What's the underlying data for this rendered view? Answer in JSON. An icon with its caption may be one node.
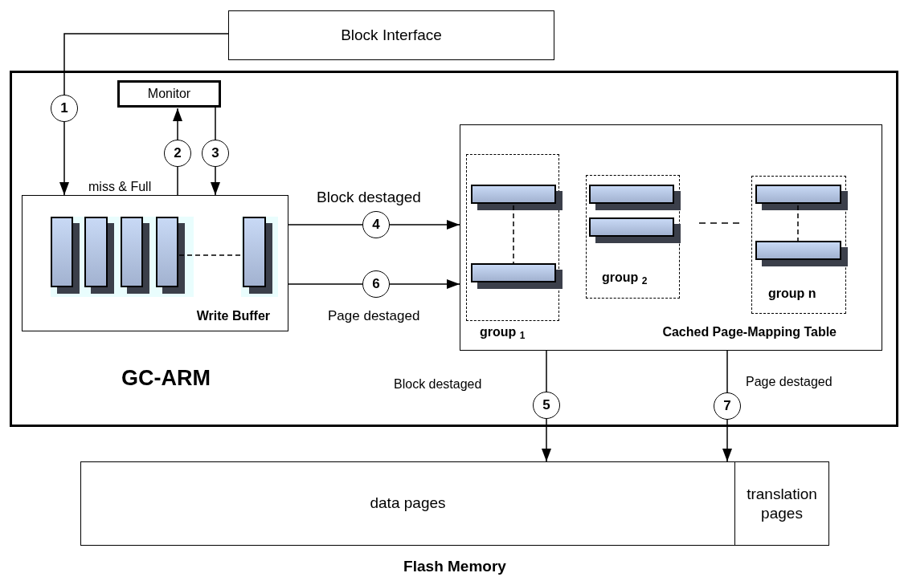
{
  "diagram": {
    "nodes": [
      {
        "text": [
          "Block Interface"
        ]
      },
      {
        "text": [
          "GC-ARM"
        ]
      },
      {
        "text": [
          "Monitor"
        ],
        "in": 1
      },
      {
        "text": [
          "Write Buffer"
        ],
        "in": 1
      },
      {
        "text": [
          "Cached Page-Mapping Table"
        ],
        "in": 1
      },
      {
        "text": [
          "group $_{1}$"
        ],
        "in": 4
      },
      {
        "text": [
          "group $_{2}$"
        ],
        "in": 4
      },
      {
        "text": [
          "group n"
        ],
        "in": 4
      },
      {
        "text": [
          "Flash Memory"
        ]
      },
      {
        "text": [
          "data pages"
        ],
        "in": 8
      },
      {
        "text": [
          "translation pages"
        ],
        "in": 8
      }
    ],
    "edges": [
      {
        "from": 0,
        "to": 3,
        "arrow": "to",
        "label": "1"
      },
      {
        "from": 3,
        "to": 2,
        "arrow": "to",
        "label": "2"
      },
      {
        "from": 2,
        "to": 3,
        "arrow": "to",
        "label": "3"
      },
      {
        "from": 3,
        "to": 4,
        "arrow": "to",
        "label": "4"
      },
      {
        "from": 3,
        "to": 4,
        "arrow": "to",
        "label": "6"
      },
      {
        "from": 4,
        "to": 9,
        "arrow": "to",
        "label": "5"
      },
      {
        "from": 4,
        "to": 9,
        "arrow": "to",
        "label": "7"
      }
    ],
    "labels": [
      "miss & Full",
      "Block destaged",
      "Page destaged",
      "Block destaged",
      "Page destaged"
    ]
  }
}
